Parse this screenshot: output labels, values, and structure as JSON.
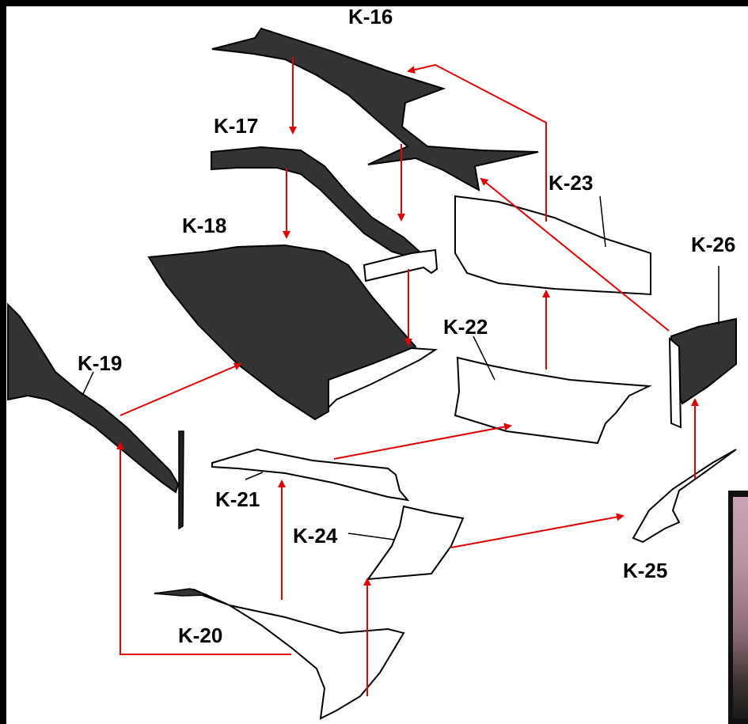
{
  "labels": {
    "k16": "K-16",
    "k17": "K-17",
    "k18": "K-18",
    "k19": "K-19",
    "k20": "K-20",
    "k21": "K-21",
    "k22": "K-22",
    "k23": "K-23",
    "k24": "K-24",
    "k25": "K-25",
    "k26": "K-26"
  },
  "colors": {
    "part_dark": "#333333",
    "part_light": "#ffffff",
    "outline": "#000000",
    "arrow": "#e00000",
    "background": "#ffffff"
  }
}
